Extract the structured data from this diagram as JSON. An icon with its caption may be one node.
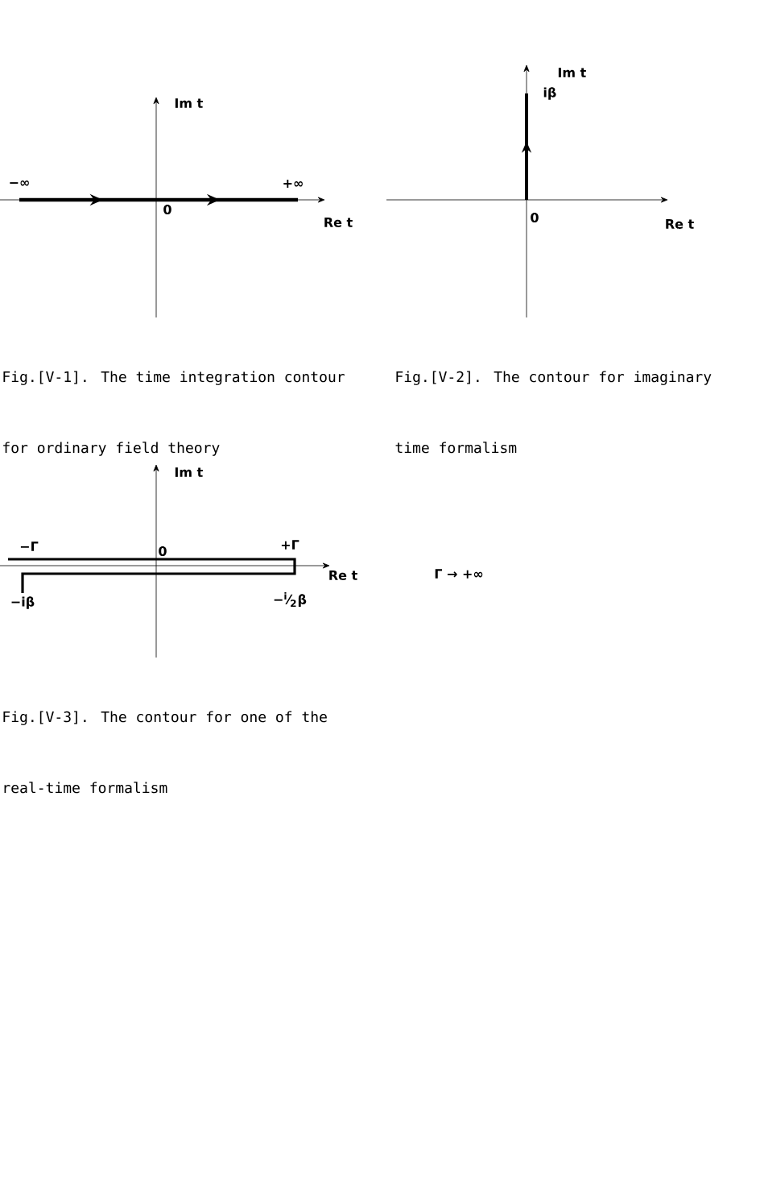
{
  "diagram": {
    "labels": [
      "Im t",
      "−∞",
      "+∞",
      "0",
      "Re t",
      "Fig.[V-1].  The time integration contour for ordinary field theory",
      "Im t",
      "iβ",
      "0",
      "Re t",
      "Fig.[V-2].  The contour for imaginary time formalism",
      "Im t",
      "−Γ",
      "0",
      "+Γ",
      "Re t",
      "−iβ",
      "−$^{i}$⁄$_{2}$β",
      "Γ → +∞",
      "Fig.[V-3].  The contour for one of the real-time formalism"
    ]
  }
}
